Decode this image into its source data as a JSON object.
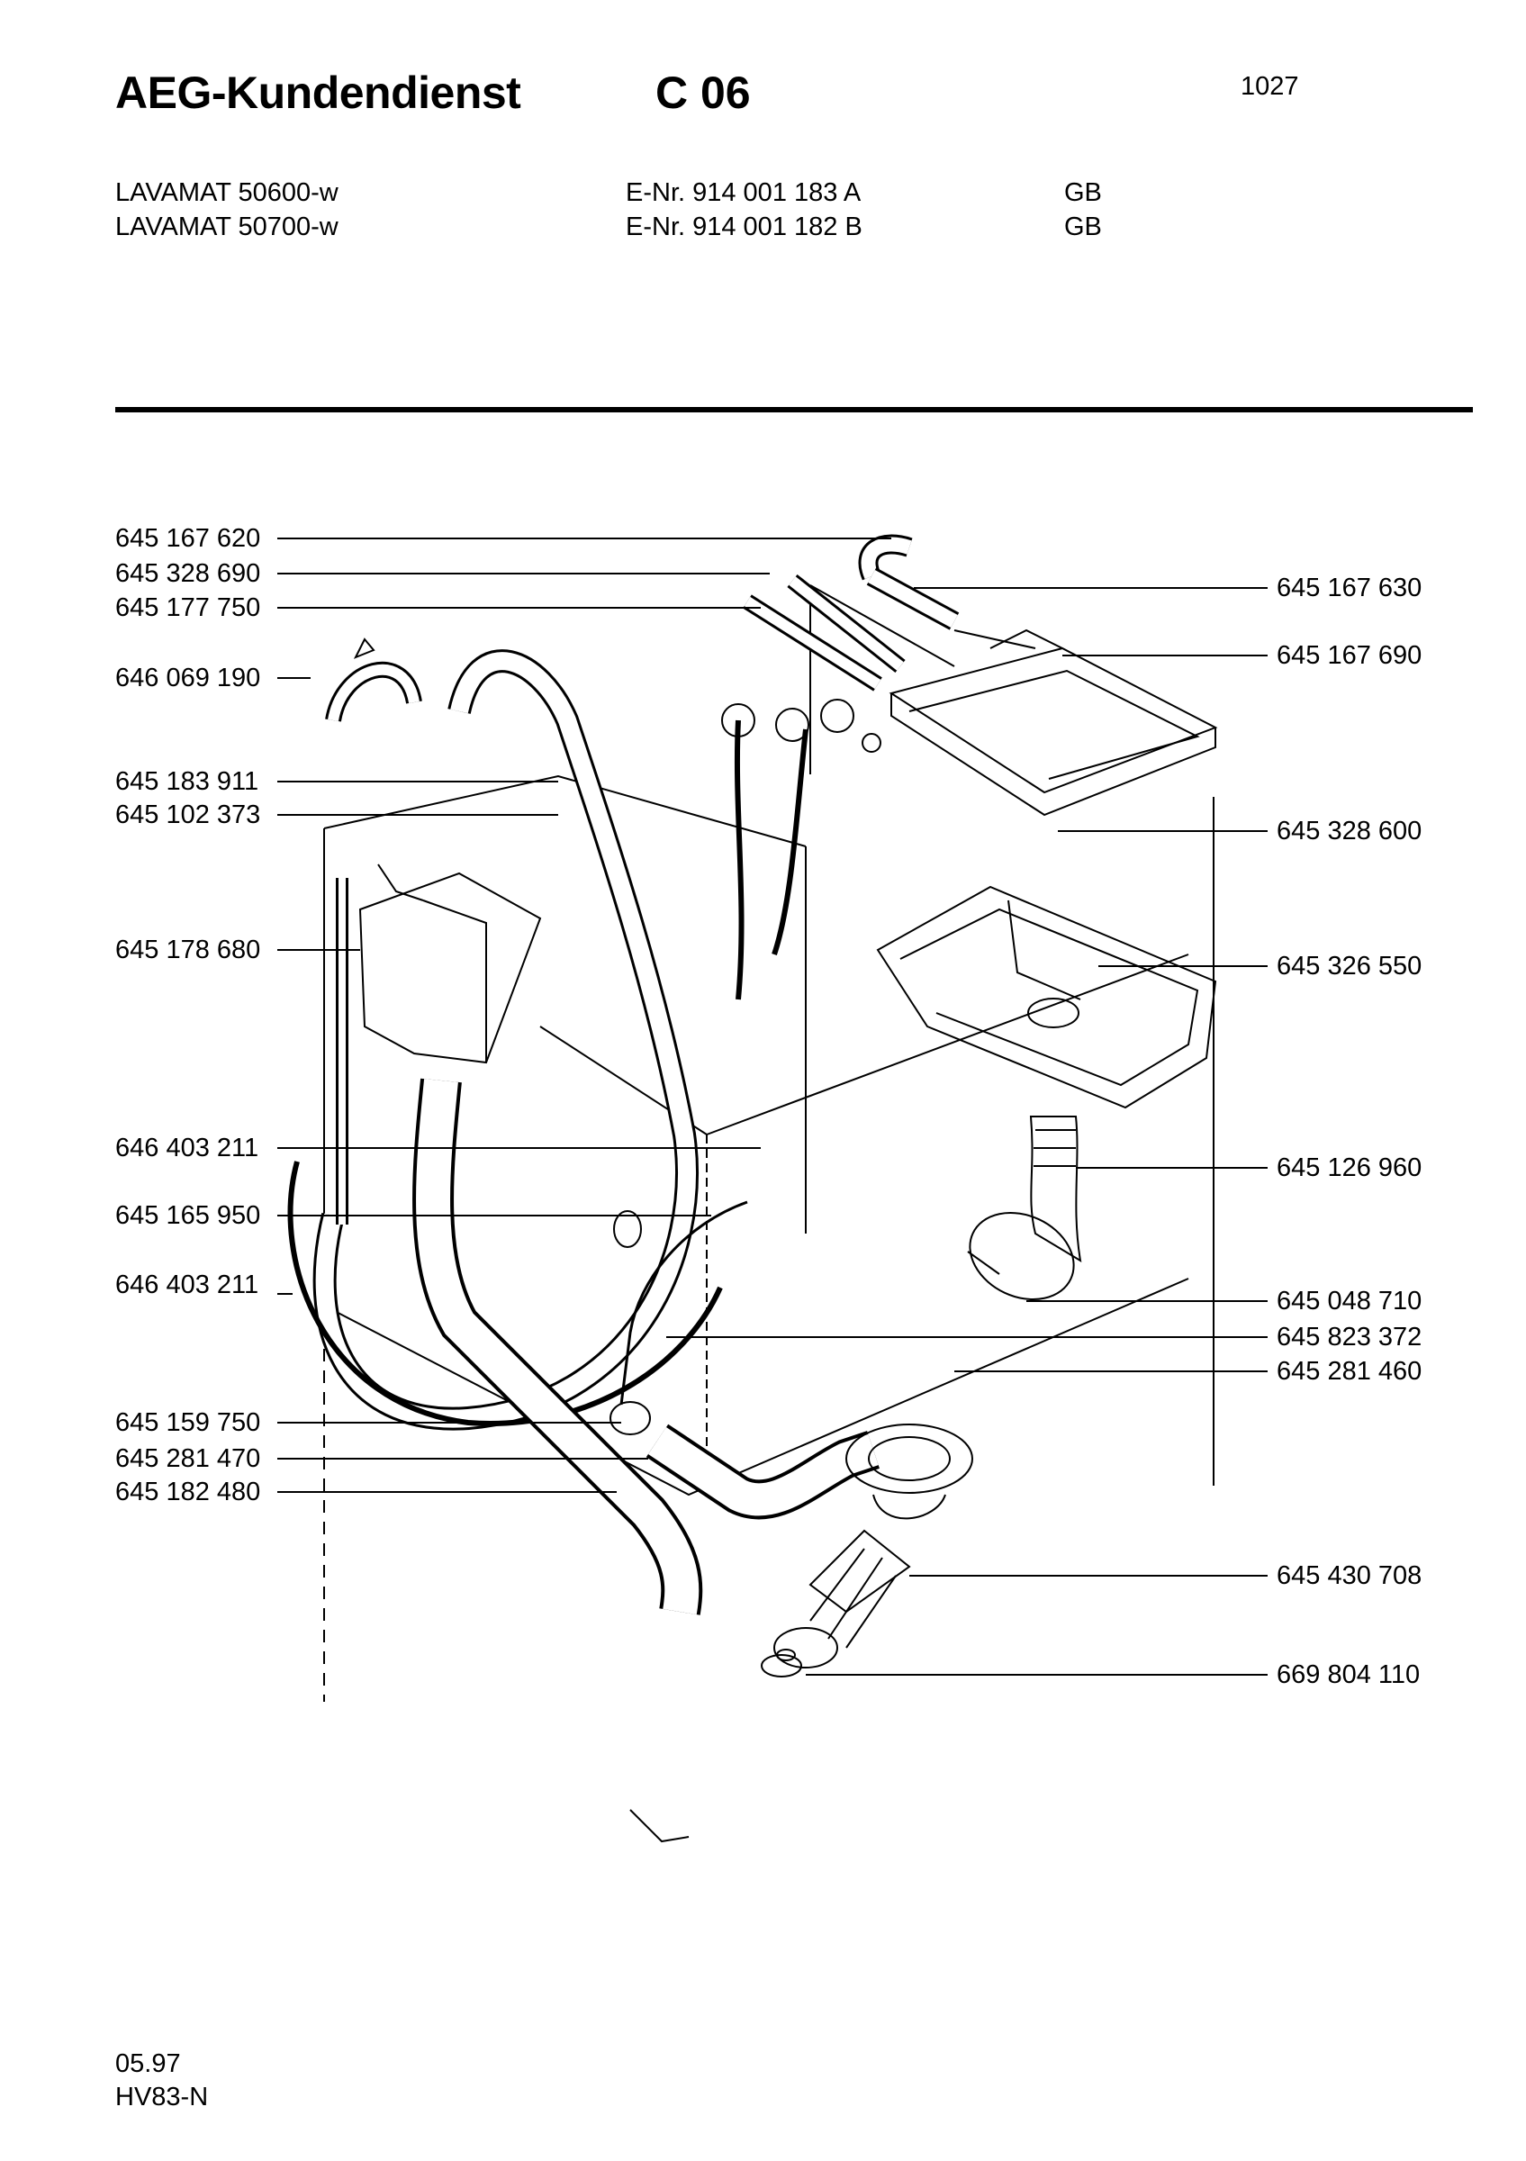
{
  "header": {
    "brand": "AEG-Kundendienst",
    "code": "C 06",
    "page_number": "1027",
    "models": [
      {
        "name": "LAVAMAT 50600-w",
        "enr": "E-Nr. 914 001 183 A",
        "country": "GB"
      },
      {
        "name": "LAVAMAT 50700-w",
        "enr": "E-Nr. 914 001 182 B",
        "country": "GB"
      }
    ]
  },
  "labels_left": [
    "645 167 620",
    "645 328 690",
    "645 177 750",
    "646 069 190",
    "645 183 911",
    "645 102 373",
    "645 178 680",
    "646 403 211",
    "645 165 950",
    "646 403 211",
    "645 159 750",
    "645 281 470",
    "645 182 480"
  ],
  "labels_right": [
    "645 167 630",
    "645 167 690",
    "645 328 600",
    "645 326 550",
    "645 126 960",
    "645 048 710",
    "645 823 372",
    "645 281 460",
    "645 430 708",
    "669 804 110"
  ],
  "footer": {
    "date": "05.97",
    "doc_code": "HV83-N"
  }
}
